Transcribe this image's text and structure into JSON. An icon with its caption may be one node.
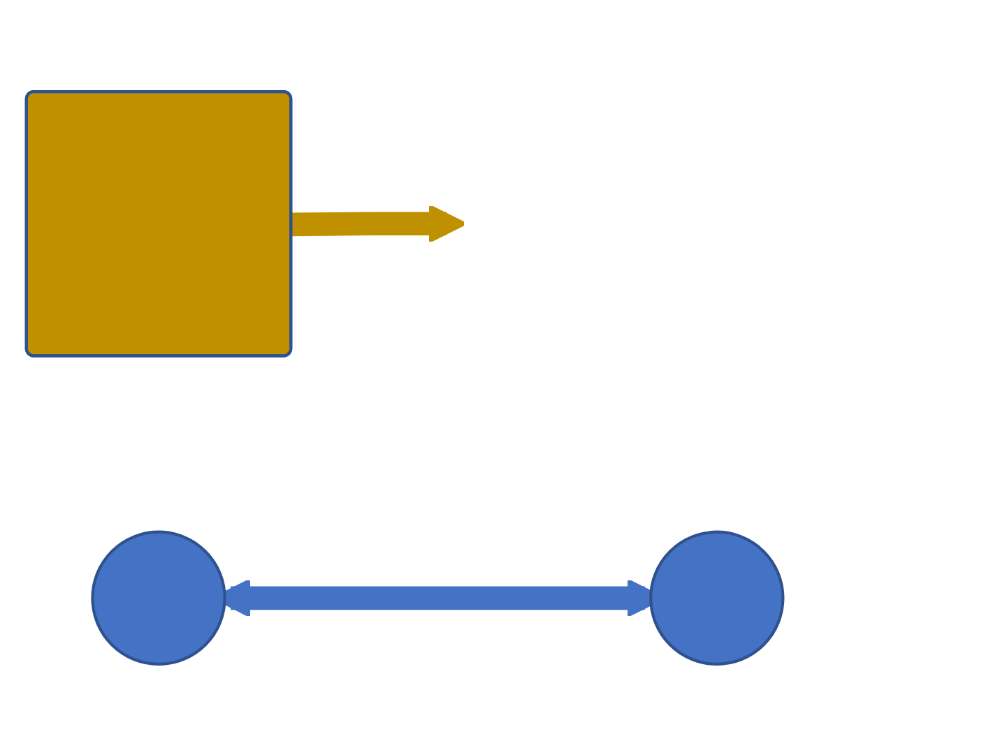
{
  "diagram": {
    "nodes": [
      {
        "text": [],
        "shape": "box"
      },
      {
        "text": [],
        "shape": "circle"
      },
      {
        "text": [],
        "shape": "circle"
      }
    ],
    "edges": [
      {
        "from": 0,
        "to": null,
        "arrow": "to",
        "color": "#bf9000"
      },
      {
        "from": 1,
        "to": 2,
        "arrow": "both",
        "color": "#4472c4"
      }
    ]
  }
}
